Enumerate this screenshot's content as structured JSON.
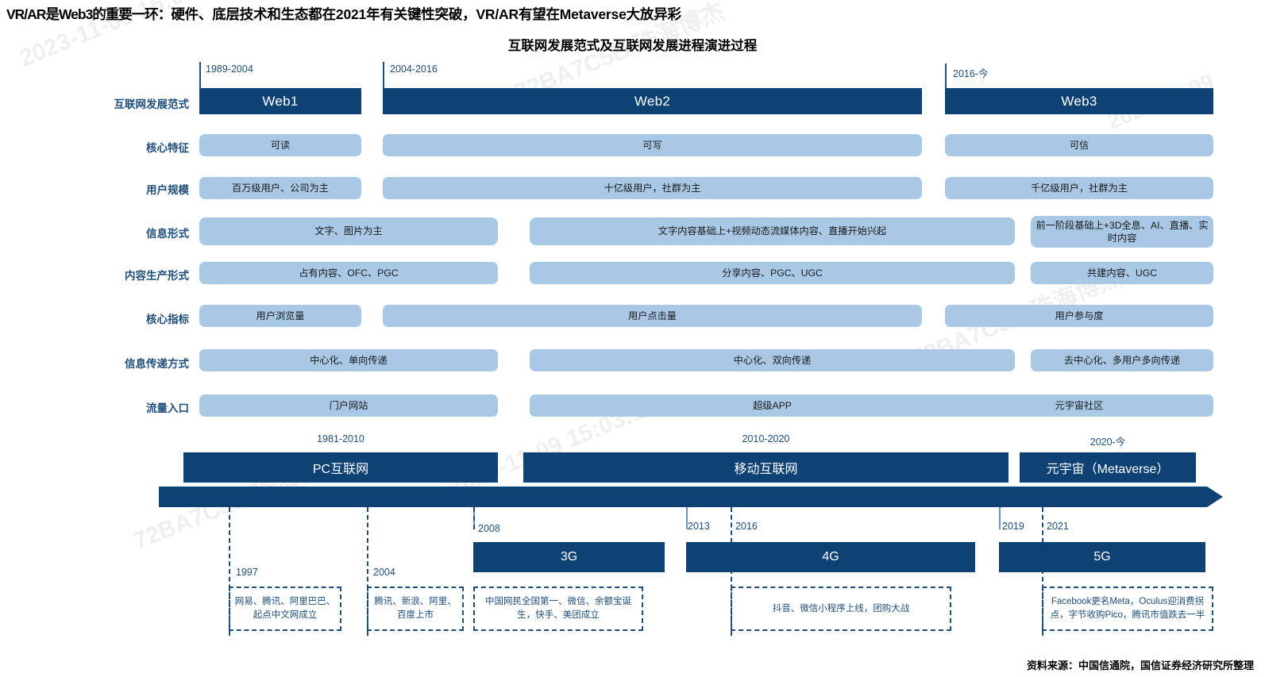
{
  "header": {
    "headline_lead": "VR/AR是Web3的重要一环：",
    "headline_rest": "硬件、底层技术和生态都在2021年有关键性突破，VR/AR有望在Metaverse大放异彩",
    "chart_title": "互联网发展范式及互联网发展进程演进过程"
  },
  "watermarks": [
    "2023-11-09 15:03:17",
    "72BA7C5B 珠海博杰",
    "2023-11-09",
    "72BA7C5B 珠海博杰",
    "2023-11-09 15:03:17",
    "72BA7C5B 珠海博杰"
  ],
  "matrix": {
    "row_labels": [
      "互联网发展范式",
      "核心特征",
      "用户规模",
      "信息形式",
      "内容生产形式",
      "核心指标",
      "信息传递方式",
      "流量入口"
    ],
    "eras": [
      {
        "period": "1989-2004",
        "name": "Web1"
      },
      {
        "period": "2004-2016",
        "name": "Web2"
      },
      {
        "period": "2016-今",
        "name": "Web3"
      }
    ],
    "rows": [
      {
        "label": "核心特征",
        "cells": [
          "可读",
          "可写",
          "可信"
        ]
      },
      {
        "label": "用户规模",
        "cells": [
          "百万级用户、公司为主",
          "十亿级用户，社群为主",
          "千亿级用户，社群为主"
        ]
      },
      {
        "label": "信息形式",
        "cells": [
          "文字、图片为主",
          "文字内容基础上+视频动态流媒体内容、直播开始兴起",
          "前一阶段基础上+3D全息、AI、直播、实时内容"
        ]
      },
      {
        "label": "内容生产形式",
        "cells": [
          "占有内容、OFC、PGC",
          "分享内容、PGC、UGC",
          "共建内容、UGC"
        ]
      },
      {
        "label": "核心指标",
        "cells": [
          "用户浏览量",
          "用户点击量",
          "用户参与度"
        ]
      },
      {
        "label": "信息传递方式",
        "cells": [
          "中心化、单向传递",
          "中心化、双向传递",
          "去中心化、多用户多向传递"
        ]
      },
      {
        "label": "流量入口",
        "cells": [
          "门户网站",
          "超级APP",
          "元宇宙社区"
        ]
      }
    ]
  },
  "timeline": {
    "phases": [
      {
        "period": "1981-2010",
        "name": "PC互联网"
      },
      {
        "period": "2010-2020",
        "name": "移动互联网"
      },
      {
        "period": "2020-今",
        "name": "元宇宙（Metaverse）"
      }
    ],
    "generations": [
      {
        "start_year": "2008",
        "name": "3G"
      },
      {
        "start_year": "2016",
        "name": "4G"
      },
      {
        "start_year": "2021",
        "name": "5G"
      }
    ],
    "tick_years": [
      "1997",
      "2004",
      "2008",
      "2013",
      "2016",
      "2019",
      "2021"
    ],
    "events": [
      {
        "year": "1997",
        "text": "网易、腾讯、阿里巴巴、起点中文网成立"
      },
      {
        "year": "2004",
        "text": "腾讯、新浪、阿里、百度上市"
      },
      {
        "year": "2008",
        "text": "中国网民全国第一、微信、余额宝诞生，快手、美团成立"
      },
      {
        "year": "2013",
        "text": "抖音、微信小程序上线，团购大战"
      },
      {
        "year": "2019",
        "text": "Facebook更名Meta，Oculus迎消费拐点，字节收购Pico，腾讯市值跌去一半"
      }
    ]
  },
  "footer": {
    "source": "资料来源：中国信通院，国信证券经济研究所整理"
  },
  "colors": {
    "dark_blue": "#0e4275",
    "light_blue": "#a9c8e5",
    "label_blue": "#1f4e79",
    "white": "#ffffff"
  }
}
